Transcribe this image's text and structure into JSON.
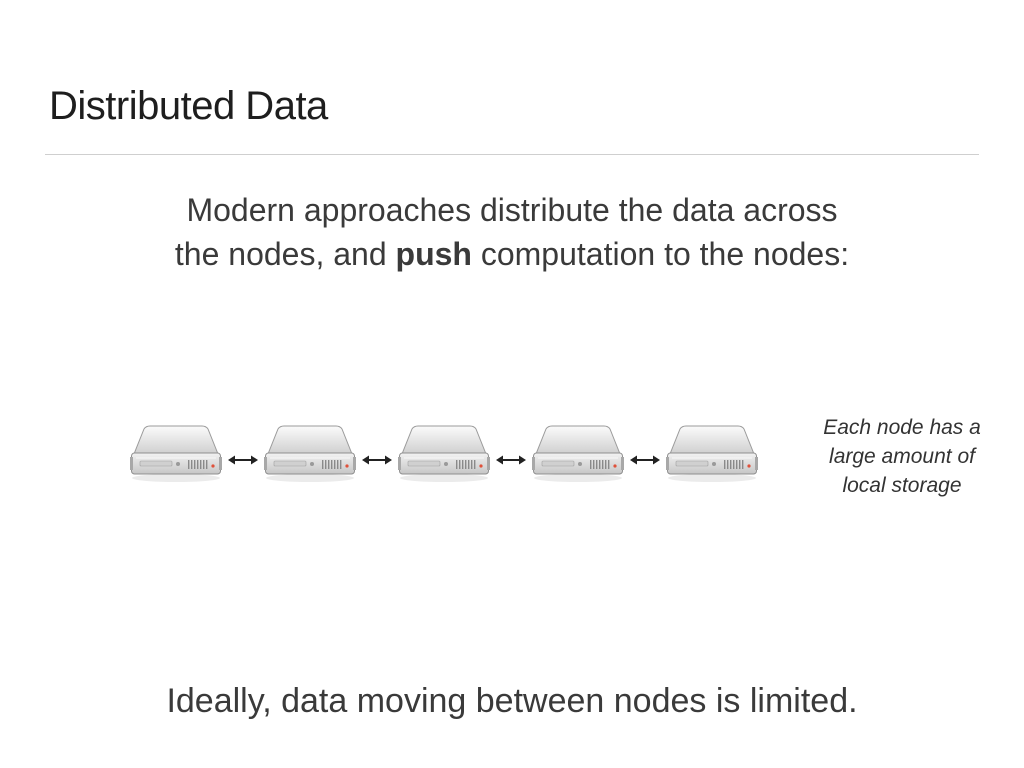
{
  "slide": {
    "title": "Distributed Data",
    "lead_line1": "Modern approaches distribute the data across",
    "lead_line2_pre": "the nodes, and ",
    "lead_line2_bold": "push",
    "lead_line2_post": " computation to the nodes:",
    "note_lines": [
      "Each node has a",
      "large amount of",
      "local storage"
    ],
    "footer": "Ideally, data moving between nodes is limited."
  },
  "nodes": [
    {
      "icon": "server-icon"
    },
    {
      "icon": "server-icon"
    },
    {
      "icon": "server-icon"
    },
    {
      "icon": "server-icon"
    },
    {
      "icon": "server-icon"
    }
  ],
  "links": [
    {
      "icon": "double-arrow-icon"
    },
    {
      "icon": "double-arrow-icon"
    },
    {
      "icon": "double-arrow-icon"
    },
    {
      "icon": "double-arrow-icon"
    }
  ],
  "colors": {
    "title": "#1e1e1e",
    "body_text": "#3a3a3a",
    "server_body": "#e6e6e6",
    "server_led": "#e0513a"
  }
}
